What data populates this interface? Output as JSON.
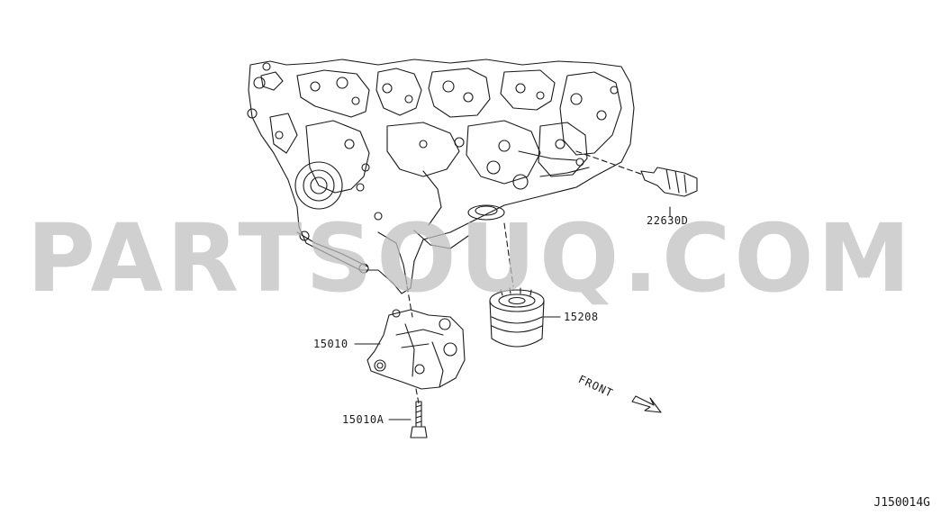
{
  "diagram": {
    "watermark": "PARTSOUQ.COM",
    "direction_label": "FRONT",
    "figure_code": "J150014G",
    "parts": [
      {
        "number": "22630D",
        "name": "oil-pressure-switch"
      },
      {
        "number": "15208",
        "name": "oil-filter"
      },
      {
        "number": "15010",
        "name": "oil-pump"
      },
      {
        "number": "15010A",
        "name": "oil-pump-bolt"
      }
    ]
  }
}
